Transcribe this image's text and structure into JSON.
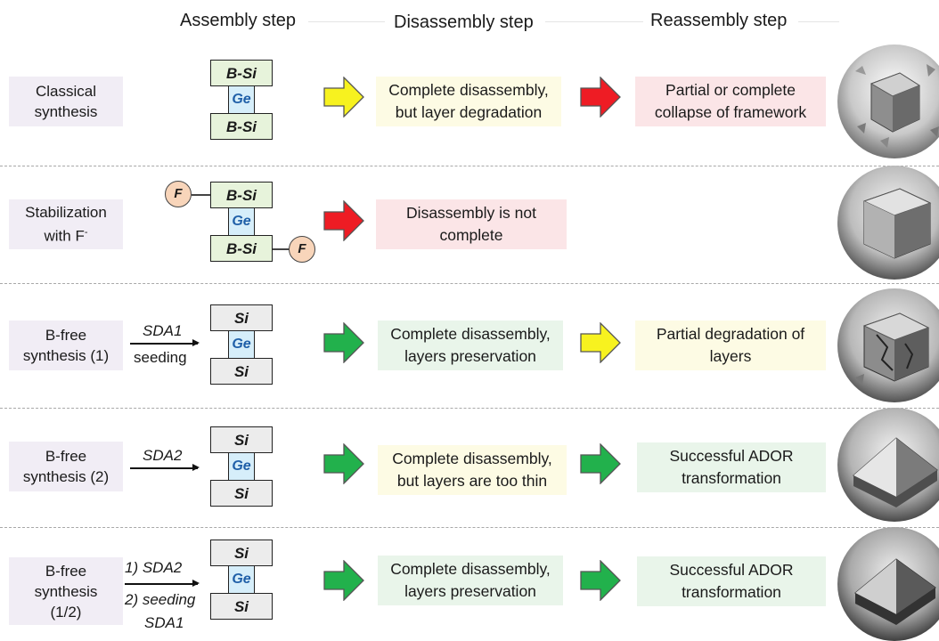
{
  "headers": {
    "assembly": "Assembly step",
    "disassembly": "Disassembly step",
    "reassembly": "Reassembly step"
  },
  "layers": {
    "bsi": "B-Si",
    "si": "Si",
    "ge": "Ge",
    "f": "F"
  },
  "colors": {
    "arrow_yellow": "#f7f21f",
    "arrow_red": "#ee1c24",
    "arrow_green": "#22b14c"
  },
  "rows": [
    {
      "label": [
        "Classical",
        "synthesis"
      ],
      "arrow1": "yellow",
      "disassembly": [
        "Complete disassembly,",
        "but layer degradation"
      ],
      "disassembly_bg": "yellow",
      "arrow2": "red",
      "reassembly": [
        "Partial or complete",
        "collapse of framework"
      ],
      "reassembly_bg": "pink",
      "image": "shattered-cube-icon"
    },
    {
      "label": [
        "Stabilization",
        "with F",
        "-"
      ],
      "arrow1": "red",
      "disassembly": [
        "Disassembly is not",
        "complete"
      ],
      "disassembly_bg": "pink",
      "image": "intact-cube-icon"
    },
    {
      "label": [
        "B-free",
        "synthesis (1)"
      ],
      "sda": "SDA1",
      "sda_note": "seeding",
      "arrow1": "green",
      "disassembly": [
        "Complete disassembly,",
        "layers preservation"
      ],
      "disassembly_bg": "green",
      "arrow2": "yellow",
      "reassembly": [
        "Partial degradation of",
        "layers"
      ],
      "reassembly_bg": "yellow",
      "image": "cracked-cube-icon"
    },
    {
      "label": [
        "B-free",
        "synthesis (2)"
      ],
      "sda": "SDA2",
      "arrow1": "green",
      "disassembly": [
        "Complete disassembly,",
        "but layers are too thin"
      ],
      "disassembly_bg": "yellow",
      "arrow2": "green",
      "reassembly": [
        "Successful ADOR",
        "transformation"
      ],
      "reassembly_bg": "green",
      "image": "prism-icon"
    },
    {
      "label": [
        "B-free",
        "synthesis",
        "(1/2)"
      ],
      "sda_steps": [
        "1) SDA2",
        "2) seeding",
        "SDA1"
      ],
      "arrow1": "green",
      "disassembly": [
        "Complete disassembly,",
        "layers preservation"
      ],
      "disassembly_bg": "green",
      "arrow2": "green",
      "reassembly": [
        "Successful ADOR",
        "transformation"
      ],
      "reassembly_bg": "green",
      "image": "dark-prism-icon"
    }
  ]
}
